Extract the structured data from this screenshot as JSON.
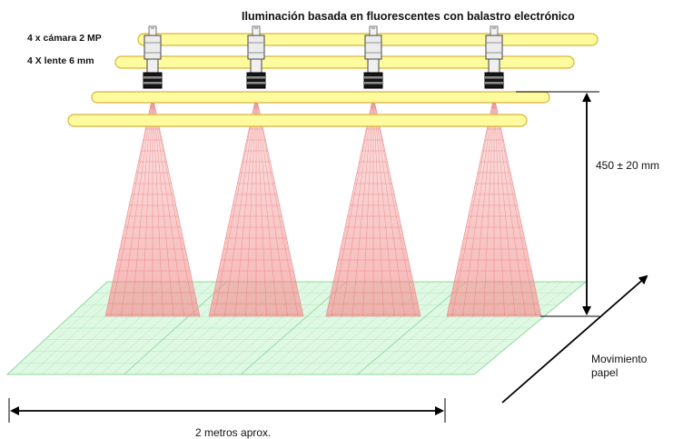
{
  "title": "Iluminación basada en fluorescentes con balastro electrónico",
  "cameras_label": "4 x cámara 2 MP",
  "lens_label": "4 X lente 6 mm",
  "height_label": "450 ± 20 mm",
  "movement_label_line1": "Movimiento",
  "movement_label_line2": "papel",
  "width_label": "2 metros aprox.",
  "colors": {
    "tube_fill": "#fdfb9e",
    "tube_stroke": "#d9b43a",
    "cone_fill": "#f6a1a1",
    "cone_grid": "#e46c6c",
    "floor_fill": "#c8f2d0",
    "floor_grid": "#7fd690",
    "dimension_line": "#000000"
  },
  "camera_count": 4,
  "lamp_count": 4
}
